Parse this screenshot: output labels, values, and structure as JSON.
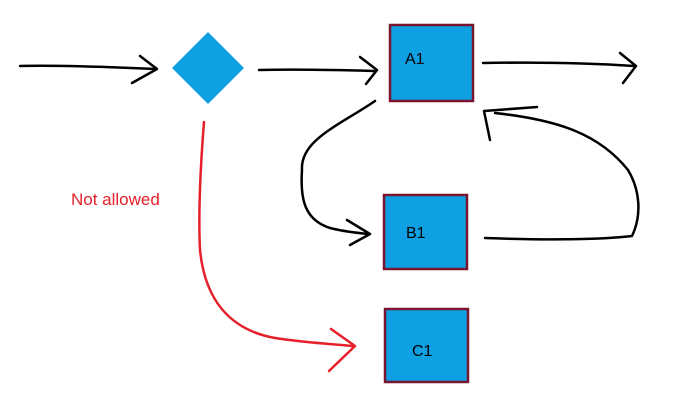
{
  "colors": {
    "box_fill": "#0ea0e3",
    "box_border": "#7a1530",
    "decision_fill": "#0ea0e3",
    "ink": "#000000",
    "forbidden": "#e5202a"
  },
  "nodes": {
    "decision": {
      "shape": "diamond"
    },
    "a1": {
      "label": "A1"
    },
    "b1": {
      "label": "B1"
    },
    "c1": {
      "label": "C1"
    }
  },
  "annotation": {
    "text": "Not allowed"
  }
}
